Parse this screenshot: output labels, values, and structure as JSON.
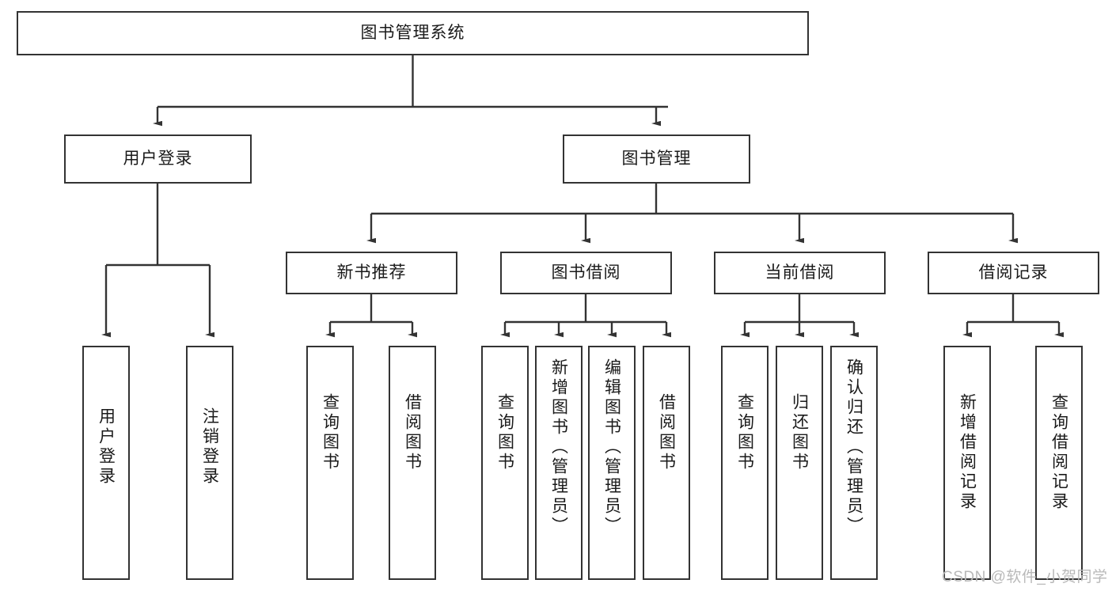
{
  "diagram": {
    "type": "tree-hierarchy",
    "title": "图书管理系统",
    "nodes": {
      "root": {
        "label": "图书管理系统"
      },
      "tier2": [
        {
          "id": "user-login",
          "label": "用户登录"
        },
        {
          "id": "book-management",
          "label": "图书管理"
        }
      ],
      "tier3": [
        {
          "id": "new-book-recommend",
          "label": "新书推荐"
        },
        {
          "id": "book-borrow",
          "label": "图书借阅"
        },
        {
          "id": "current-borrow",
          "label": "当前借阅"
        },
        {
          "id": "borrow-record",
          "label": "借阅记录"
        }
      ],
      "leaves": [
        {
          "id": "leaf-user-login",
          "label": "用户登录",
          "parent": "user-login"
        },
        {
          "id": "leaf-logout-login",
          "label": "注销登录",
          "parent": "user-login"
        },
        {
          "id": "leaf-query-book-1",
          "label": "查询图书",
          "parent": "new-book-recommend"
        },
        {
          "id": "leaf-borrow-book-1",
          "label": "借阅图书",
          "parent": "new-book-recommend"
        },
        {
          "id": "leaf-query-book-2",
          "label": "查询图书",
          "parent": "book-borrow"
        },
        {
          "id": "leaf-add-book",
          "label": "新增图书（管理员）",
          "parent": "book-borrow"
        },
        {
          "id": "leaf-edit-book",
          "label": "编辑图书（管理员）",
          "parent": "book-borrow"
        },
        {
          "id": "leaf-borrow-book-2",
          "label": "借阅图书",
          "parent": "book-borrow"
        },
        {
          "id": "leaf-query-book-3",
          "label": "查询图书",
          "parent": "current-borrow"
        },
        {
          "id": "leaf-return-book",
          "label": "归还图书",
          "parent": "current-borrow"
        },
        {
          "id": "leaf-confirm-return",
          "label": "确认归还（管理员）",
          "parent": "current-borrow"
        },
        {
          "id": "leaf-add-record",
          "label": "新增借阅记录",
          "parent": "borrow-record"
        },
        {
          "id": "leaf-query-record",
          "label": "查询借阅记录",
          "parent": "borrow-record"
        }
      ]
    },
    "colors": {
      "border": "#333333",
      "background": "#ffffff",
      "text": "#1a1a1a",
      "edge": "#333333",
      "watermark": "#b9b9b9"
    }
  },
  "watermark": {
    "text": "CSDN @软件_小贺同学"
  }
}
